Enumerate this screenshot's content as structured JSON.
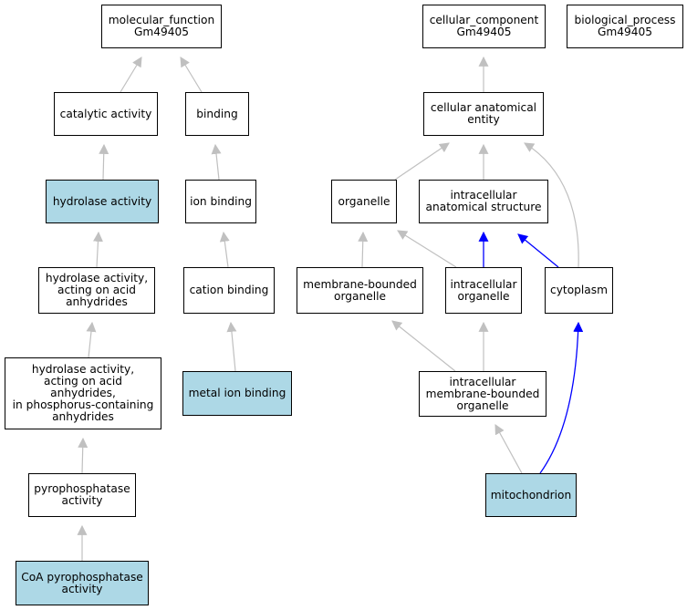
{
  "colors": {
    "highlight": "#add8e6",
    "node_fill": "#ffffff",
    "node_border": "#000000",
    "edge_default": "#c0c0c0",
    "edge_part_of": "#0000ff"
  },
  "nodes": {
    "molecular_function": {
      "label": "molecular_function\nGm49405",
      "highlight": false
    },
    "cellular_component": {
      "label": "cellular_component\nGm49405",
      "highlight": false
    },
    "biological_process": {
      "label": "biological_process\nGm49405",
      "highlight": false
    },
    "catalytic_activity": {
      "label": "catalytic activity",
      "highlight": false
    },
    "binding": {
      "label": "binding",
      "highlight": false
    },
    "cellular_anatomical_entity": {
      "label": "cellular anatomical\nentity",
      "highlight": false
    },
    "hydrolase_activity": {
      "label": "hydrolase activity",
      "highlight": true
    },
    "ion_binding": {
      "label": "ion binding",
      "highlight": false
    },
    "organelle": {
      "label": "organelle",
      "highlight": false
    },
    "intracellular_anatomical_structure": {
      "label": "intracellular\nanatomical structure",
      "highlight": false
    },
    "hydrolase_acid_anhydrides": {
      "label": "hydrolase activity,\nacting on acid\nanhydrides",
      "highlight": false
    },
    "cation_binding": {
      "label": "cation binding",
      "highlight": false
    },
    "membrane_bounded_organelle": {
      "label": "membrane-bounded\norganelle",
      "highlight": false
    },
    "intracellular_organelle": {
      "label": "intracellular\norganelle",
      "highlight": false
    },
    "cytoplasm": {
      "label": "cytoplasm",
      "highlight": false
    },
    "hydrolase_phosphorus_anhydrides": {
      "label": "hydrolase activity,\nacting on acid\nanhydrides,\nin phosphorus-containing\nanhydrides",
      "highlight": false
    },
    "metal_ion_binding": {
      "label": "metal ion binding",
      "highlight": true
    },
    "intracellular_membrane_bounded_organelle": {
      "label": "intracellular\nmembrane-bounded\norganelle",
      "highlight": false
    },
    "pyrophosphatase_activity": {
      "label": "pyrophosphatase\nactivity",
      "highlight": false
    },
    "mitochondrion": {
      "label": "mitochondrion",
      "highlight": true
    },
    "coa_pyrophosphatase_activity": {
      "label": "CoA pyrophosphatase\nactivity",
      "highlight": true
    }
  },
  "edges": [
    {
      "from": "catalytic_activity",
      "to": "molecular_function",
      "relation": "is_a"
    },
    {
      "from": "binding",
      "to": "molecular_function",
      "relation": "is_a"
    },
    {
      "from": "hydrolase_activity",
      "to": "catalytic_activity",
      "relation": "is_a"
    },
    {
      "from": "ion_binding",
      "to": "binding",
      "relation": "is_a"
    },
    {
      "from": "hydrolase_acid_anhydrides",
      "to": "hydrolase_activity",
      "relation": "is_a"
    },
    {
      "from": "cation_binding",
      "to": "ion_binding",
      "relation": "is_a"
    },
    {
      "from": "hydrolase_phosphorus_anhydrides",
      "to": "hydrolase_acid_anhydrides",
      "relation": "is_a"
    },
    {
      "from": "metal_ion_binding",
      "to": "cation_binding",
      "relation": "is_a"
    },
    {
      "from": "pyrophosphatase_activity",
      "to": "hydrolase_phosphorus_anhydrides",
      "relation": "is_a"
    },
    {
      "from": "coa_pyrophosphatase_activity",
      "to": "pyrophosphatase_activity",
      "relation": "is_a"
    },
    {
      "from": "cellular_anatomical_entity",
      "to": "cellular_component",
      "relation": "is_a"
    },
    {
      "from": "organelle",
      "to": "cellular_anatomical_entity",
      "relation": "is_a"
    },
    {
      "from": "intracellular_anatomical_structure",
      "to": "cellular_anatomical_entity",
      "relation": "is_a"
    },
    {
      "from": "cytoplasm",
      "to": "cellular_anatomical_entity",
      "relation": "is_a"
    },
    {
      "from": "membrane_bounded_organelle",
      "to": "organelle",
      "relation": "is_a"
    },
    {
      "from": "intracellular_organelle",
      "to": "organelle",
      "relation": "is_a"
    },
    {
      "from": "intracellular_organelle",
      "to": "intracellular_anatomical_structure",
      "relation": "part_of"
    },
    {
      "from": "cytoplasm",
      "to": "intracellular_anatomical_structure",
      "relation": "part_of"
    },
    {
      "from": "intracellular_membrane_bounded_organelle",
      "to": "membrane_bounded_organelle",
      "relation": "is_a"
    },
    {
      "from": "intracellular_membrane_bounded_organelle",
      "to": "intracellular_organelle",
      "relation": "is_a"
    },
    {
      "from": "mitochondrion",
      "to": "intracellular_membrane_bounded_organelle",
      "relation": "is_a"
    },
    {
      "from": "mitochondrion",
      "to": "cytoplasm",
      "relation": "part_of"
    }
  ]
}
